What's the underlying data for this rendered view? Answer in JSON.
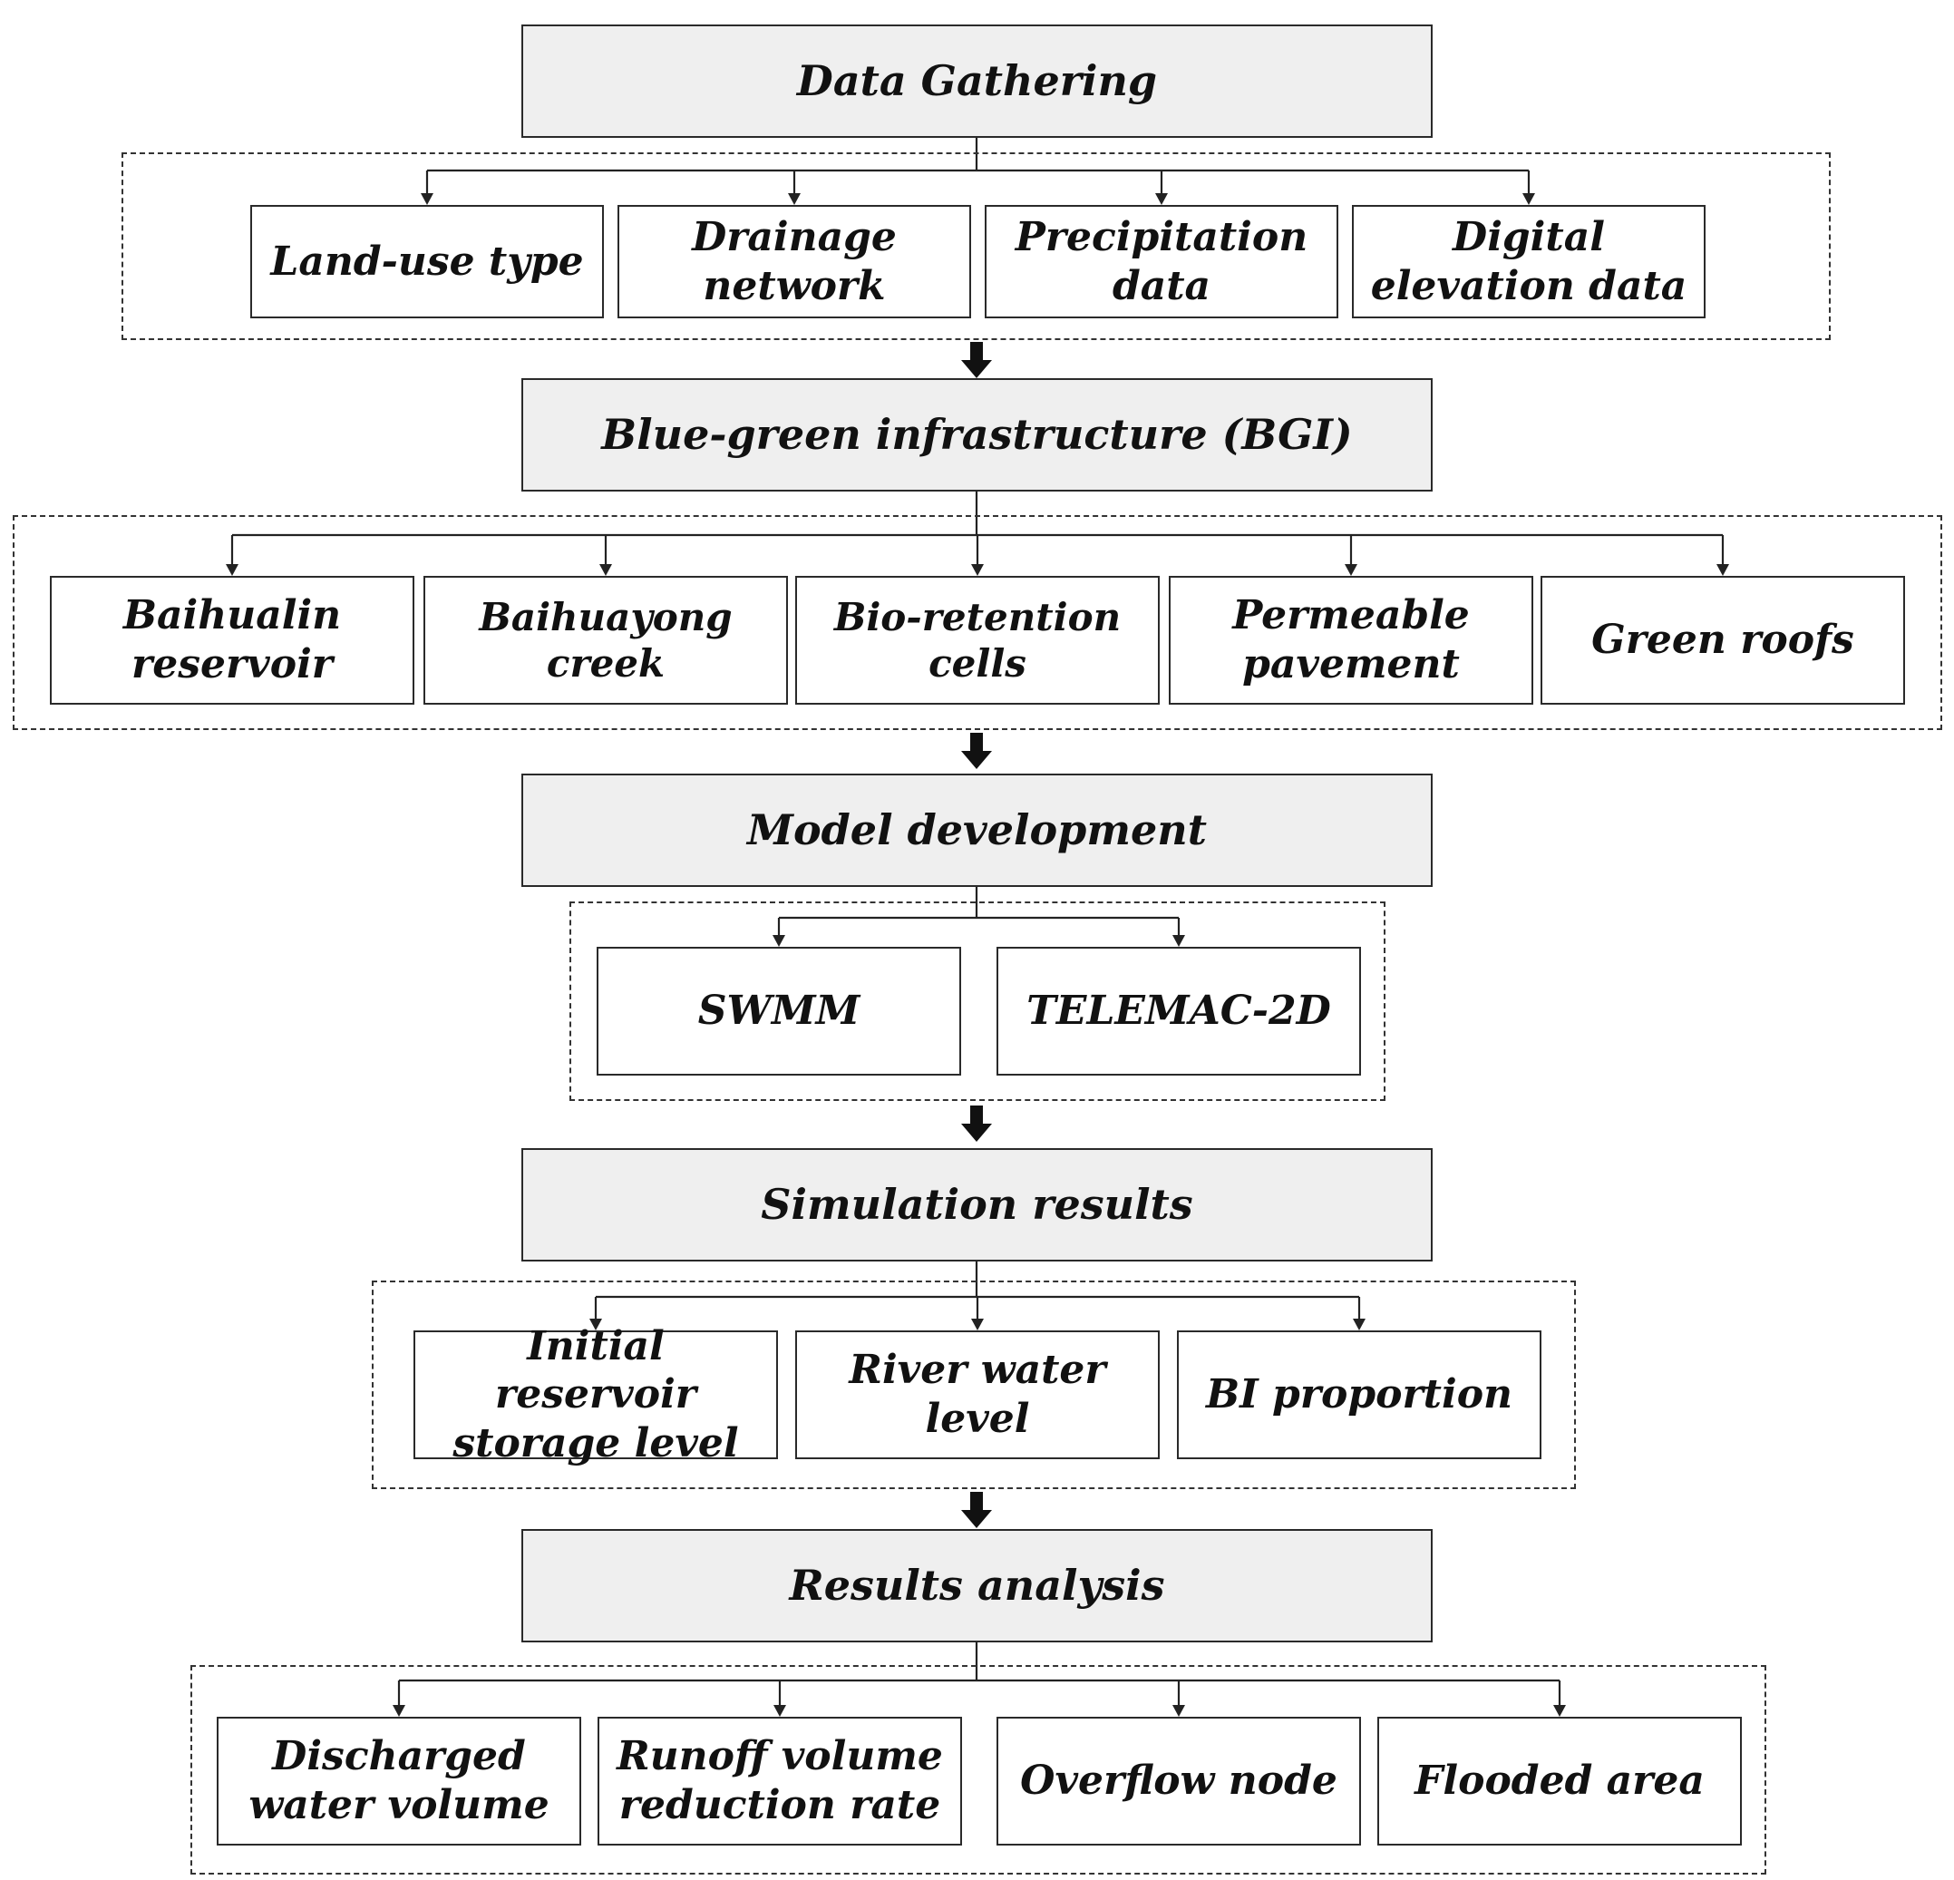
{
  "stages": [
    {
      "title": "Data Gathering",
      "items": [
        "Land-use type",
        "Drainage network",
        "Precipitation data",
        "Digital elevation data"
      ]
    },
    {
      "title": "Blue-green infrastructure (BGI)",
      "items": [
        "Baihualin reservoir",
        "Baihuayong creek",
        "Bio-retention cells",
        "Permeable pavement",
        "Green roofs"
      ]
    },
    {
      "title": "Model development",
      "items": [
        "SWMM",
        "TELEMAC-2D"
      ]
    },
    {
      "title": "Simulation results",
      "items": [
        "Initial reservoir storage level",
        "River water level",
        "BI  proportion"
      ]
    },
    {
      "title": "Results analysis",
      "items": [
        "Discharged water volume",
        "Runoff volume reduction rate",
        "Overflow node",
        "Flooded area"
      ]
    }
  ]
}
